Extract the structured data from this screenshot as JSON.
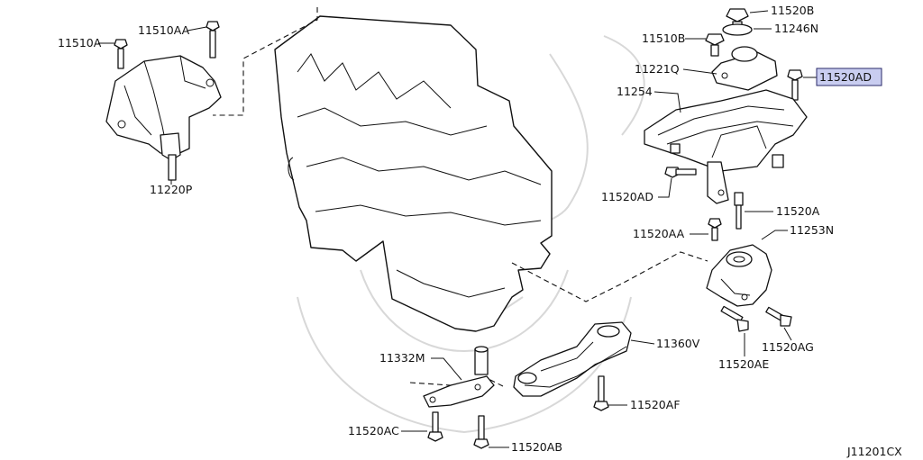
{
  "diagram_code": "J11201CX",
  "highlighted_part": "11520AD",
  "highlight_color": "#c9cdf0",
  "labels": {
    "p11510A": "11510A",
    "p11510AA": "11510AA",
    "p11220P": "11220P",
    "p11520B": "11520B",
    "p11246N": "11246N",
    "p11510B": "11510B",
    "p11221Q": "11221Q",
    "p11520AD_top": "11520AD",
    "p11254": "11254",
    "p11520AD_mid": "11520AD",
    "p11520A": "11520A",
    "p11520AA": "11520AA",
    "p11253N": "11253N",
    "p11520AG": "11520AG",
    "p11520AE": "11520AE",
    "p11360V": "11360V",
    "p11520AF": "11520AF",
    "p11332M": "11332M",
    "p11520AC": "11520AC",
    "p11520AB": "11520AB"
  }
}
